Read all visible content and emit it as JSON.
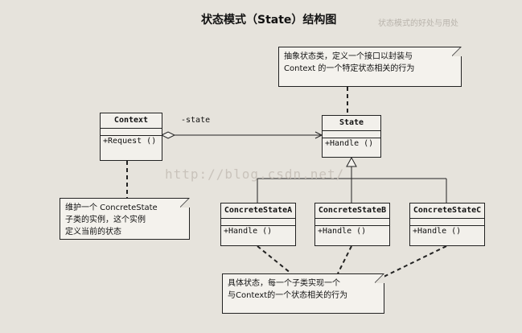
{
  "title": "状态模式（State）结构图",
  "watermark": "http://blog.csdn.net/",
  "classes": {
    "context": {
      "name": "Context",
      "op": "+Request ()"
    },
    "state": {
      "name": "State",
      "op": "+Handle ()"
    },
    "concrete_a": {
      "name": "ConcreteStateA",
      "op": "+Handle ()"
    },
    "concrete_b": {
      "name": "ConcreteStateB",
      "op": "+Handle ()"
    },
    "concrete_c": {
      "name": "ConcreteStateC",
      "op": "+Handle ()"
    }
  },
  "association_label": "-state",
  "notes": {
    "state_note": [
      "抽象状态类，定义一个接口以封装与",
      "Context 的一个特定状态相关的行为"
    ],
    "context_note": [
      "维护一个 ConcreteState",
      "子类的实例，这个实例",
      "定义当前的状态"
    ],
    "concrete_note": [
      "具体状态，每一个子类实现一个",
      "与Context的一个状态相关的行为"
    ]
  }
}
